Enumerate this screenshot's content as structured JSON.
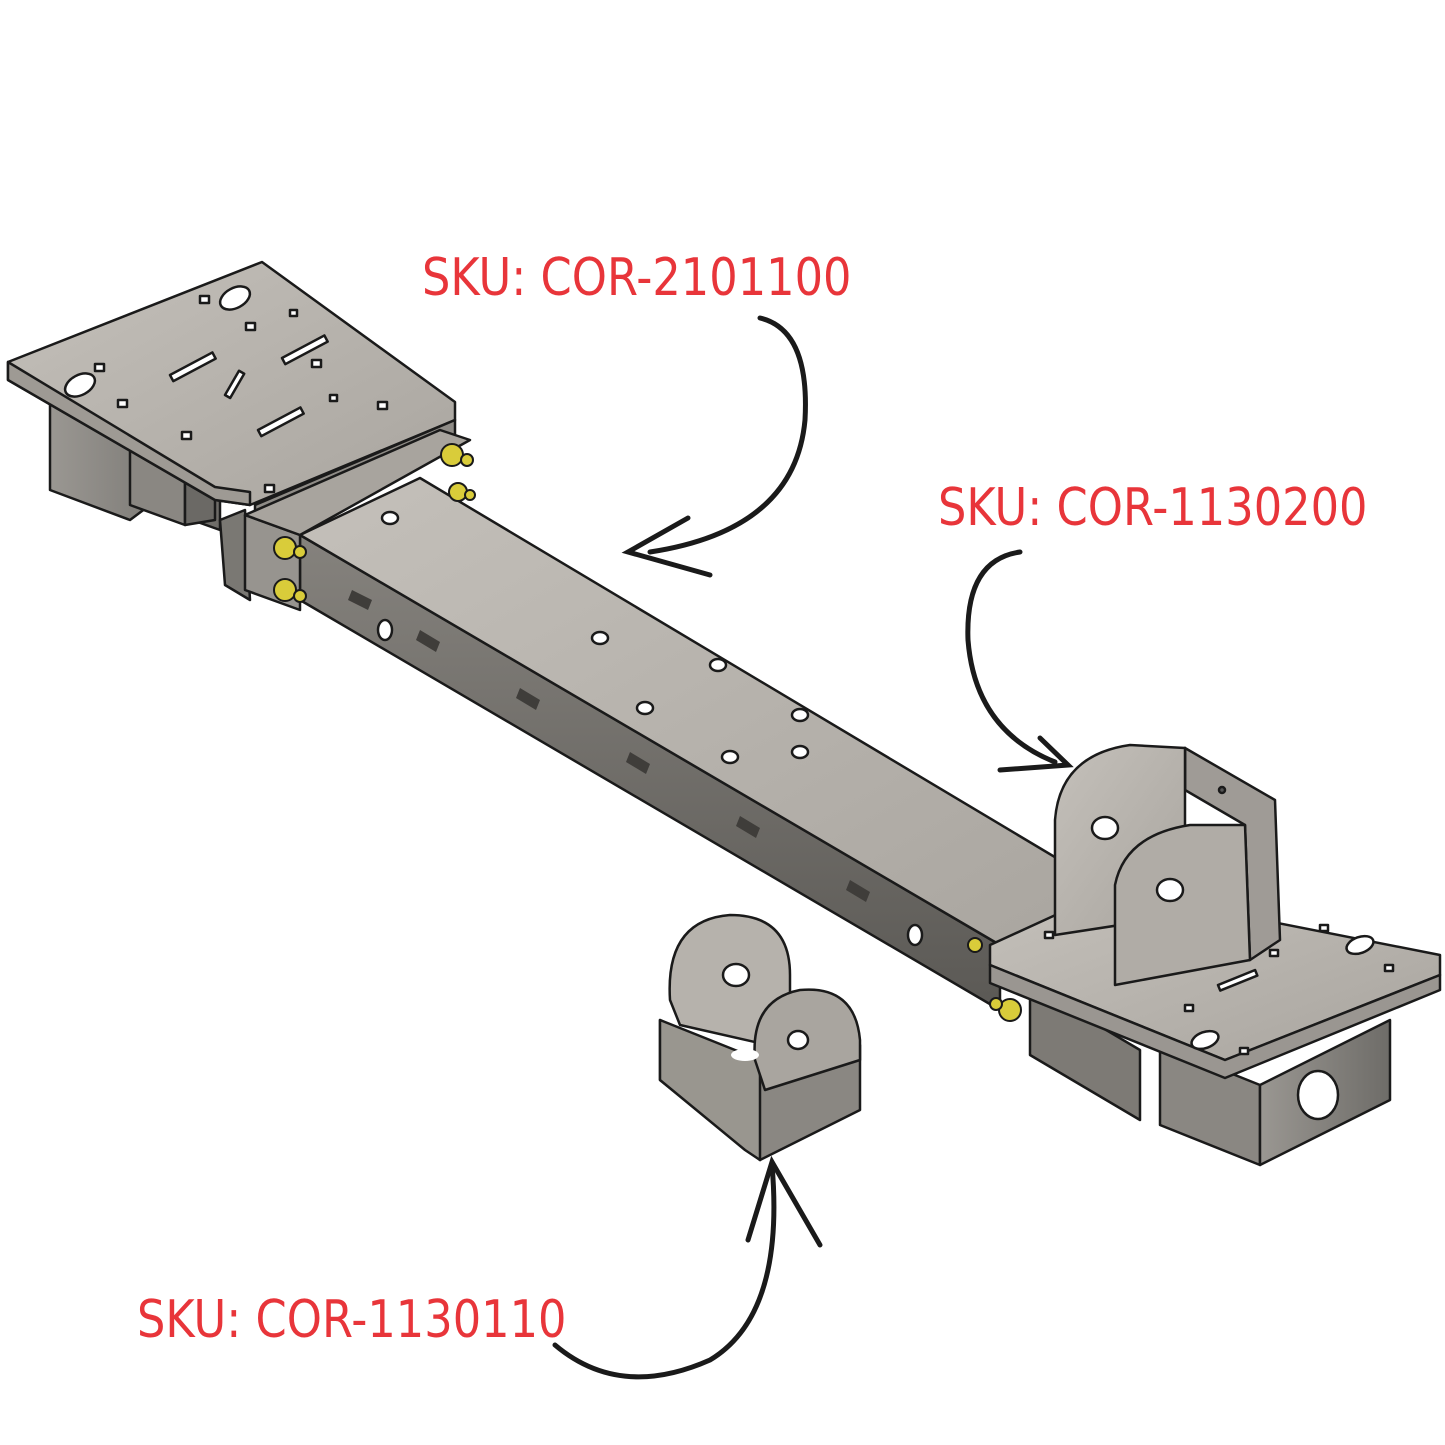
{
  "labels": {
    "crossmember_sku": "SKU: COR-2101100",
    "upper_bracket_sku": "SKU: COR-1130200",
    "lower_bracket_sku": "SKU: COR-1130110"
  },
  "colors": {
    "label_red": "#e8353a",
    "steel_light": "#b7b3ad",
    "steel_mid": "#8e8b86",
    "steel_dark": "#5f5d5a",
    "bolt_yellow": "#d9cc3a",
    "outline": "#1a1a1a",
    "arrow": "#1a1a1a"
  },
  "icons": {
    "arrows": [
      "curved-arrow-icon",
      "curved-arrow-icon",
      "curved-arrow-icon"
    ]
  }
}
